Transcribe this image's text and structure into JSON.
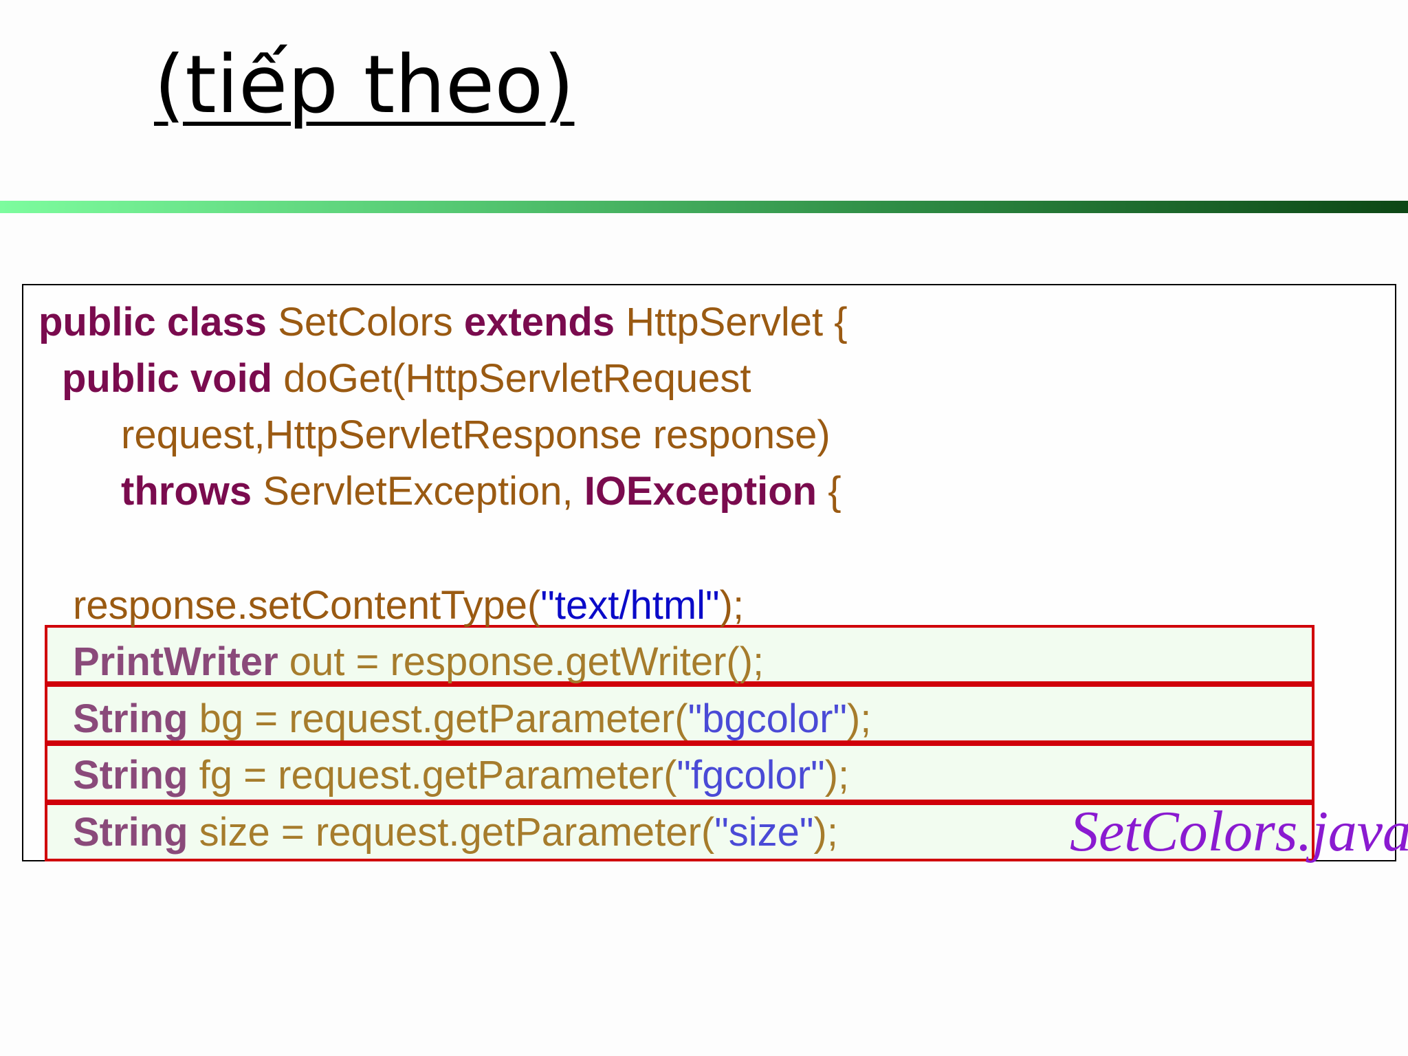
{
  "slide": {
    "title": "(tiếp theo)",
    "file_label": "SetColors.java",
    "colors": {
      "keyword": "#7a0b4e",
      "identifier": "#9a5a12",
      "string": "#0a0ac8",
      "highlight_border": "#d0000a",
      "file_label": "#8a1ad0"
    }
  },
  "code": {
    "line1": {
      "kw1": "public class",
      "t1": " SetColors ",
      "kw2": "extends",
      "t2": " HttpServlet {"
    },
    "line2": {
      "kw1": "public void",
      "t1": " doGet(HttpServletRequest"
    },
    "line3": {
      "t1": "request,HttpServletResponse response)"
    },
    "line4": {
      "kw1": "throws",
      "t1": " ServletException, ",
      "kw2": "IOException",
      "t2": " {"
    },
    "line5": {
      "t1": "response.setContentType(",
      "s1": "\"text/html\"",
      "t2": ");"
    },
    "line6": {
      "kw1": "PrintWriter",
      "t1": " out = response.getWriter();"
    },
    "line7": {
      "kw1": "String",
      "t1": " bg = request.getParameter(",
      "s1": "\"bgcolor\"",
      "t2": ");"
    },
    "line8": {
      "kw1": "String",
      "t1": " fg = request.getParameter(",
      "s1": "\"fgcolor\"",
      "t2": ");"
    },
    "line9": {
      "kw1": "String",
      "t1": " size = request.getParameter(",
      "s1": "\"size\"",
      "t2": ");"
    }
  }
}
